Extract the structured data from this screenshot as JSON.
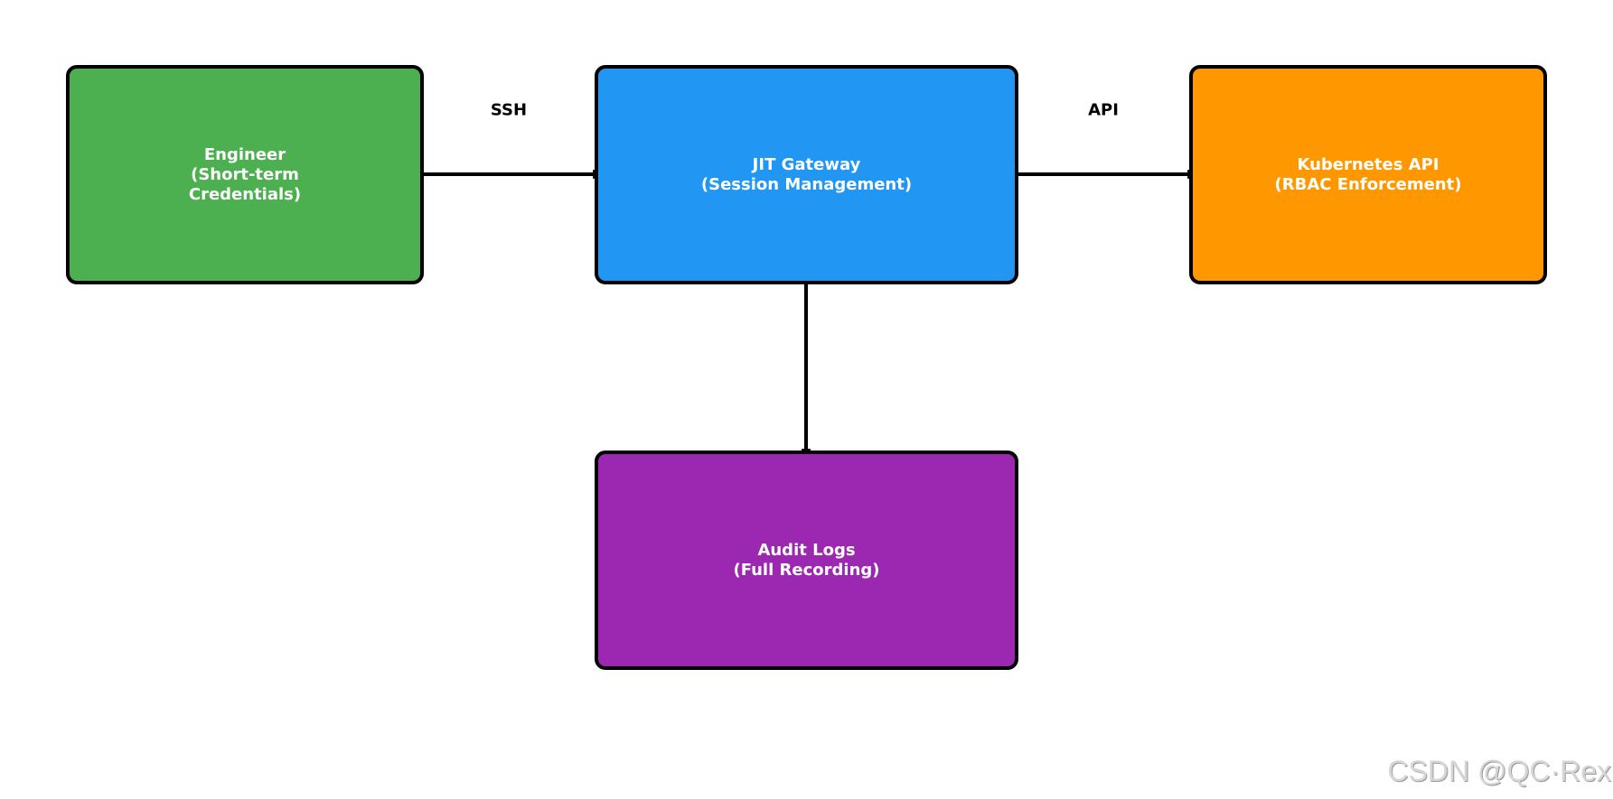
{
  "nodes": {
    "engineer": {
      "label": "Engineer\n(Short-term\nCredentials)",
      "color": "#4caf50"
    },
    "gateway": {
      "label": "JIT Gateway\n(Session Management)",
      "color": "#2196f3"
    },
    "kubernetes": {
      "label": "Kubernetes API\n(RBAC Enforcement)",
      "color": "#ff9800"
    },
    "audit": {
      "label": "Audit Logs\n(Full Recording)",
      "color": "#9c27b0"
    }
  },
  "edges": {
    "ssh": {
      "label": "SSH",
      "from": "engineer",
      "to": "gateway"
    },
    "api": {
      "label": "API",
      "from": "gateway",
      "to": "kubernetes"
    },
    "audit": {
      "label": "",
      "from": "gateway",
      "to": "audit"
    }
  },
  "watermark": "CSDN @QC·Rex"
}
